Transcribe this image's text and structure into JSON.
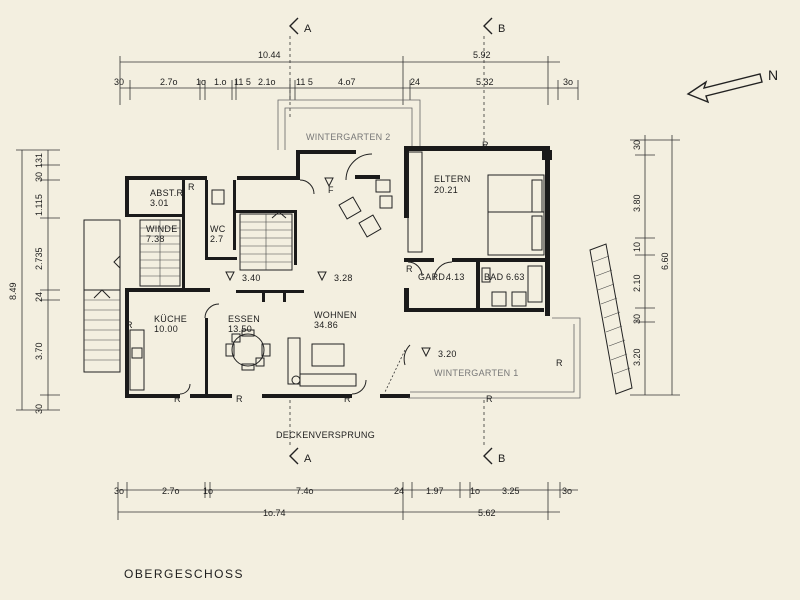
{
  "title": "OBERGESCHOSS",
  "north_label": "N",
  "sections": {
    "a": "A",
    "b": "B"
  },
  "annotations": {
    "deckenvorsprung": "DECKENVERSPRUNG"
  },
  "rooms": {
    "wintergarten2": {
      "name": "WINTERGARTEN 2"
    },
    "wintergarten1": {
      "name": "WINTERGARTEN 1"
    },
    "eltern": {
      "name": "ELTERN",
      "area": "20.21"
    },
    "abstr": {
      "name": "ABST.R",
      "area": "3.01"
    },
    "winde": {
      "name": "WINDE",
      "area": "7.38"
    },
    "wc": {
      "name": "WC",
      "area": "2.7"
    },
    "kueche": {
      "name": "KÜCHE",
      "area": "10.00"
    },
    "essen": {
      "name": "ESSEN",
      "area": "13.50"
    },
    "wohnen": {
      "name": "WOHNEN",
      "area": "34.86"
    },
    "gard": {
      "name": "GARD.",
      "area": "4.13"
    },
    "bad": {
      "name": "BAD",
      "area": "6.63"
    }
  },
  "levels": {
    "l1": "3.40",
    "l2": "3.28",
    "l3": "3.20"
  },
  "markers": {
    "r": "R",
    "f": "F"
  },
  "dimensions": {
    "top_overall": [
      "10.44",
      "5.92"
    ],
    "top_parts": [
      "30",
      "2.7o",
      "1o",
      "1.o",
      "11 5",
      "2.1o",
      "11 5",
      "4.o7",
      "24",
      "5.32",
      "3o"
    ],
    "bottom_parts": [
      "3o",
      "2.7o",
      "1o",
      "7.4o",
      "24",
      "1.97",
      "1o",
      "3.25",
      "3o"
    ],
    "bottom_overall": [
      "1o.74",
      "5.62"
    ],
    "left_parts": [
      "30",
      "131",
      "1.115",
      "2.735",
      "24",
      "3.70",
      "30"
    ],
    "left_overall": "8.49",
    "right_parts": [
      "30",
      "3.80",
      "10",
      "2.10",
      "30",
      "3.20"
    ],
    "right_overall": "6.60"
  }
}
